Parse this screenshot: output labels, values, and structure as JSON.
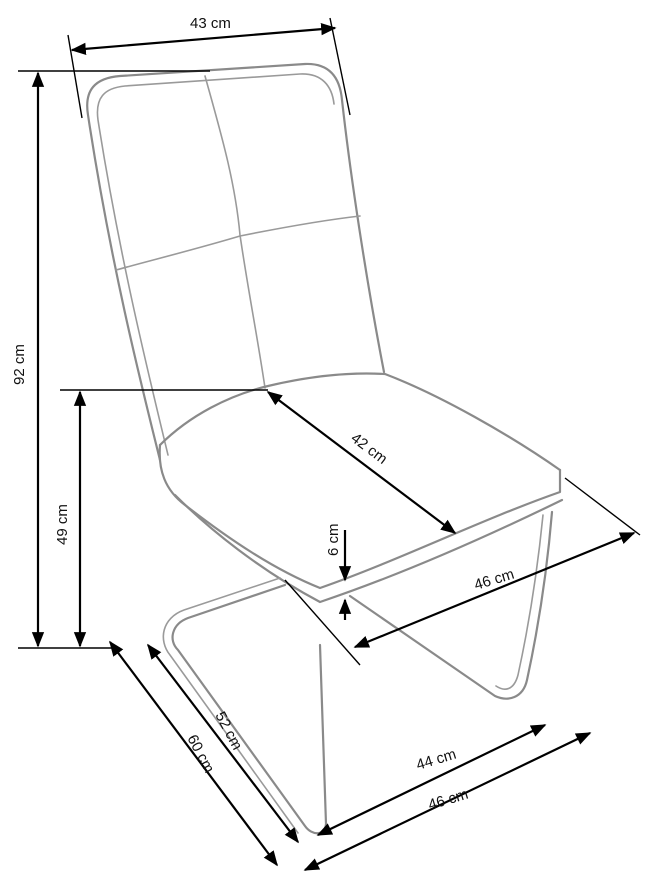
{
  "dimensions": {
    "backrest_width": "43 cm",
    "total_height": "92 cm",
    "seat_height": "49 cm",
    "seat_depth": "42 cm",
    "seat_thickness": "6 cm",
    "seat_width": "46 cm",
    "base_depth": "52 cm",
    "total_depth": "60 cm",
    "base_width": "44 cm",
    "total_width": "46 cm"
  }
}
